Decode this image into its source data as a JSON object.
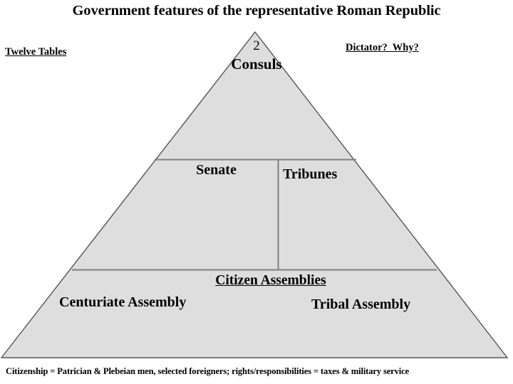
{
  "diagram": {
    "title": "Government features of the representative Roman Republic",
    "shape": "pyramid",
    "fill_color": "#DEDEDE",
    "outline_color": "#555555",
    "divider_color": "#808080",
    "text_color": "#000000",
    "background_color": "#FFFFFF"
  },
  "annotations": {
    "left_note": "Twelve Tables",
    "right_note": "Dictator?  Why?"
  },
  "tiers": {
    "top": {
      "count": "2",
      "label": "Consuls"
    },
    "middle": {
      "left_label": "Senate",
      "right_label": "Tribunes"
    },
    "bottom": {
      "heading": "Citizen Assemblies",
      "left_label": "Centuriate Assembly",
      "right_label": "Tribal Assembly"
    }
  },
  "footer": {
    "caption": "Citizenship = Patrician & Plebeian men, selected foreigners; rights/responsibilities = taxes & military service"
  }
}
